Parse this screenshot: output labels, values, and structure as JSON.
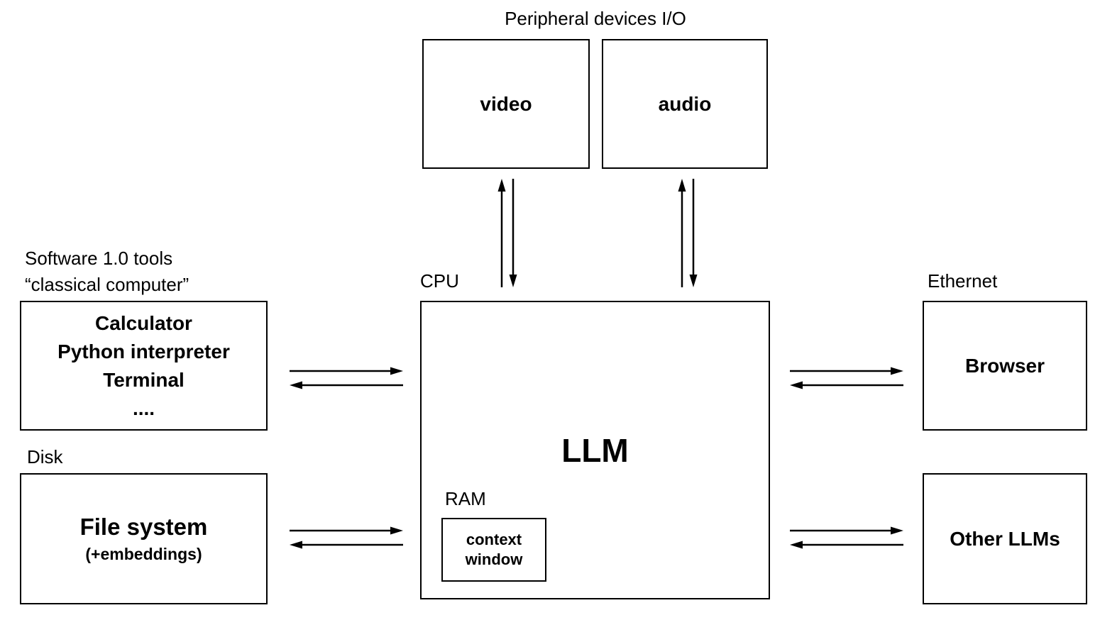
{
  "labels": {
    "peripheral": "Peripheral devices I/O",
    "software_line1": "Software 1.0 tools",
    "software_line2": "“classical computer”",
    "cpu": "CPU",
    "ethernet": "Ethernet",
    "disk": "Disk",
    "ram": "RAM"
  },
  "boxes": {
    "video": "video",
    "audio": "audio",
    "llm": "LLM",
    "context_line1": "context",
    "context_line2": "window",
    "tools": [
      "Calculator",
      "Python interpreter",
      "Terminal",
      "...."
    ],
    "file_system": "File system",
    "file_system_sub": "(+embeddings)",
    "browser": "Browser",
    "other_llms": "Other LLMs"
  }
}
